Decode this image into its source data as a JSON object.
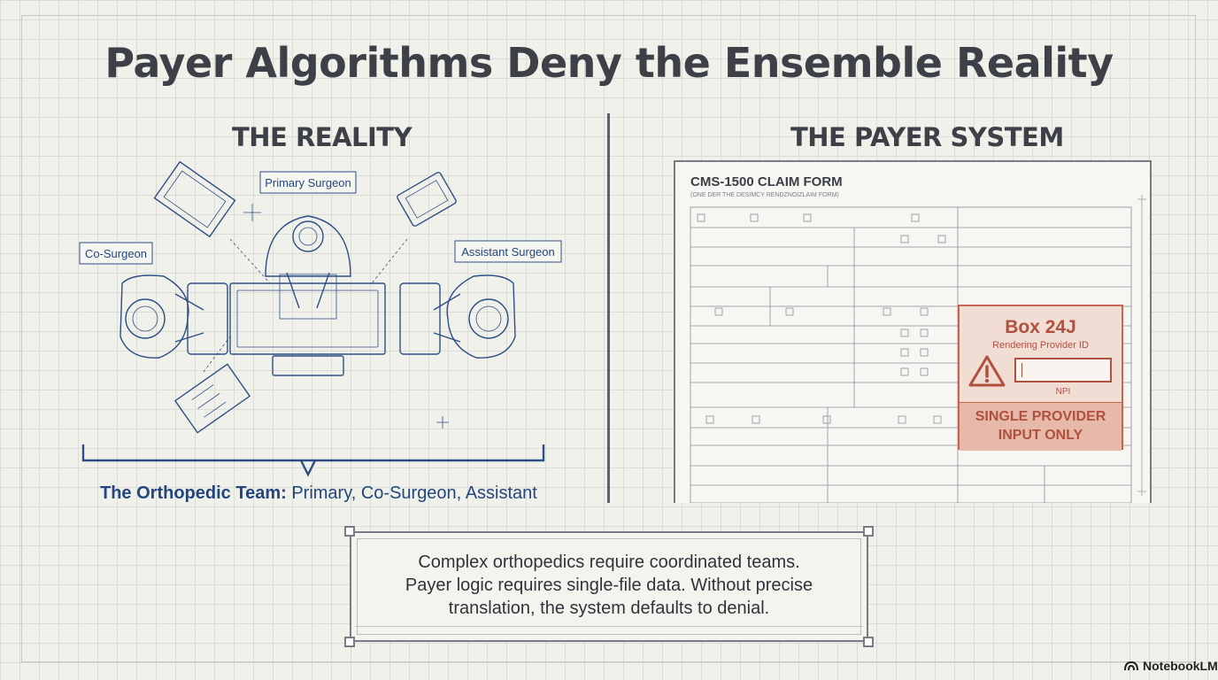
{
  "title": "Payer Algorithms Deny the Ensemble Reality",
  "left": {
    "heading": "THE REALITY",
    "labels": {
      "primary": "Primary Surgeon",
      "co": "Co-Surgeon",
      "assistant": "Assistant Surgeon"
    },
    "caption_bold": "The Orthopedic Team:",
    "caption_rest": " Primary, Co-Surgeon, Assistant"
  },
  "right": {
    "heading": "THE PAYER SYSTEM",
    "form": {
      "title": "CMS-1500 CLAIM FORM",
      "subtitle": "(ONE DER THE DESIMCY RENDZNOIZLAIM FORM)"
    },
    "box24": {
      "title": "Box 24J",
      "subtitle": "Rendering Provider ID",
      "npi": "NPI",
      "warning_line1": "SINGLE PROVIDER",
      "warning_line2": "INPUT ONLY"
    }
  },
  "summary": {
    "line1": "Complex orthopedics require coordinated teams.",
    "line2": "Payer logic requires single-file data. Without precise",
    "line3": "translation, the system defaults to denial."
  },
  "brand": "NotebookLM",
  "colors": {
    "accent_blue": "#23467f",
    "warning_red": "#b0503f",
    "divider": "#5b6068"
  }
}
